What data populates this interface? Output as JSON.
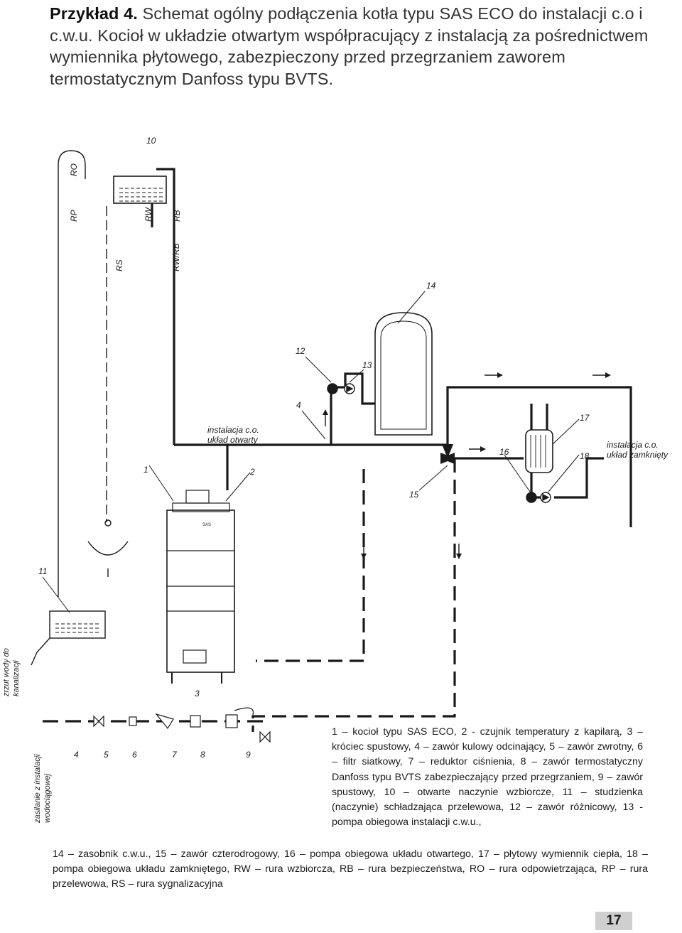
{
  "header": {
    "lead": "Przykład 4.",
    "title": "Schemat ogólny podłączenia kotła typu SAS ECO do instalacji c.o i c.w.u. Kocioł w układzie otwartym współpracujący z instalacją za pośrednictwem wymiennika płytowego, zabezpieczony przed przegrzaniem zaworem termostatycznym Danfoss typu BVTS."
  },
  "diagram": {
    "pipe_labels": {
      "ro": "RO",
      "rp": "RP",
      "rs": "RS",
      "rw": "RW",
      "rb": "RB",
      "rwrb": "RW/RB"
    },
    "callouts": {
      "n1": "1",
      "n2": "2",
      "n3": "3",
      "n4": "4",
      "n10": "10",
      "n11": "11",
      "n12": "12",
      "n13": "13",
      "n14": "14",
      "n15": "15",
      "n16": "16",
      "n17": "17",
      "n18": "18"
    },
    "bottom_numbers": {
      "b4": "4",
      "b5": "5",
      "b6": "6",
      "b7": "7",
      "b8": "8",
      "b9": "9"
    },
    "open_system": {
      "line1": "instalacja c.o.",
      "line2": "układ otwarty"
    },
    "closed_system": {
      "line1": "instalacja c.o.",
      "line2": "układ zamknięty"
    },
    "drain": {
      "line1": "zrzut wody do",
      "line2": "kanalizacji"
    },
    "water_supply": {
      "line1": "zasilanie z instalacji",
      "line2": "wodociągowej"
    },
    "boiler_plate": "SAS"
  },
  "legend": {
    "part1": "1 – kocioł typu SAS ECO, 2 - czujnik temperatury z kapilarą, 3 – króciec spustowy, 4 – zawór kulowy odcinający, 5 – zawór zwrotny, 6 – filtr siatkowy, 7 – reduktor ciśnienia, 8 – zawór termostatyczny Danfoss typu BVTS zabezpieczający przed przegrzaniem, 9 – zawór spustowy, 10 – otwarte naczynie wzbiorcze, 11 – studzienka (naczynie) schładzająca przelewowa, 12 – zawór różnicowy, 13 - pompa obiegowa instalacji c.w.u.,",
    "part2": "14 – zasobnik c.w.u., 15 – zawór czterodrogowy, 16 – pompa obiegowa układu otwartego, 17 – płytowy wymiennik ciepła, 18 – pompa obiegowa układu zamkniętego, RW – rura wzbiorcza, RB – rura bezpieczeństwa, RO – rura odpowietrzająca, RP – rura przelewowa, RS – rura sygnalizacyjna"
  },
  "page_number": "17"
}
